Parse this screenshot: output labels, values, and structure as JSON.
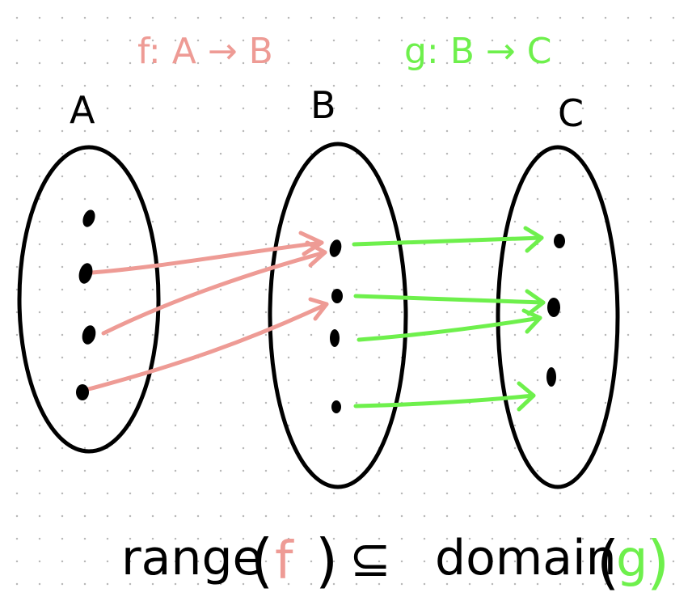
{
  "colors": {
    "ink": "#000000",
    "f_color": "#ee9b95",
    "g_color": "#6ef04c",
    "grid_dot": "#b9b9b9"
  },
  "headings": {
    "f_map": "f: A → B",
    "g_map": "g: B → C"
  },
  "sets": [
    {
      "id": "A",
      "label": "A"
    },
    {
      "id": "B",
      "label": "B"
    },
    {
      "id": "C",
      "label": "C"
    }
  ],
  "statement": {
    "range": "range",
    "open_paren": "(",
    "f": "f",
    "close_paren": ")",
    "subset": "⊆",
    "domain": "domain",
    "open_paren2": "(",
    "g": "g",
    "close_paren2": ")"
  },
  "mappings": {
    "f": [
      {
        "from": "A2",
        "to": "B1"
      },
      {
        "from": "A3",
        "to": "B1"
      },
      {
        "from": "A4",
        "to": "B2"
      }
    ],
    "g": [
      {
        "from": "B1",
        "to": "C1"
      },
      {
        "from": "B2",
        "to": "C2"
      },
      {
        "from": "B3",
        "to": "C2"
      },
      {
        "from": "B4",
        "to": "C3"
      }
    ]
  }
}
